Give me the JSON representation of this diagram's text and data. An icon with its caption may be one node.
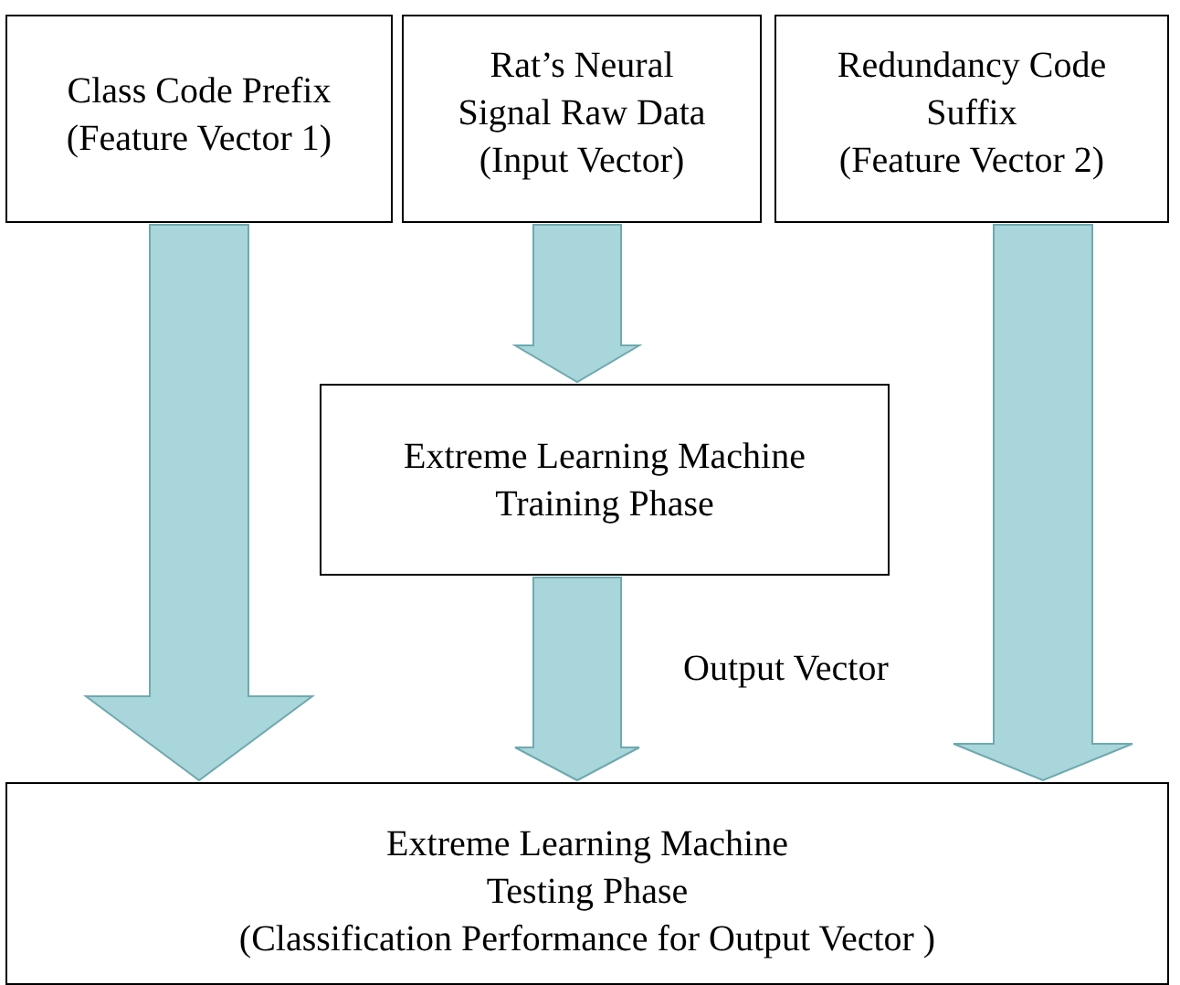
{
  "diagram": {
    "nodes": [
      {
        "text": [
          "Class Code Prefix",
          "(Feature Vector 1)"
        ]
      },
      {
        "text": [
          "Rat’s Neural Signal Raw Data",
          "(Input Vector)"
        ]
      },
      {
        "text": [
          "Redundancy Code Suffix",
          "(Feature Vector 2)"
        ]
      },
      {
        "text": [
          "Extreme Learning Machine",
          "Training Phase"
        ]
      },
      {
        "text": [
          "Extreme Learning Machine",
          "Testing Phase",
          "(Classification Performance for Output Vector )"
        ]
      }
    ],
    "edges": [
      {
        "from": 0,
        "to": 4,
        "arrow": "to"
      },
      {
        "from": 1,
        "to": 3,
        "arrow": "to"
      },
      {
        "from": 3,
        "to": 4,
        "arrow": "to",
        "label": "Output Vector"
      },
      {
        "from": 2,
        "to": 4,
        "arrow": "to"
      }
    ]
  }
}
